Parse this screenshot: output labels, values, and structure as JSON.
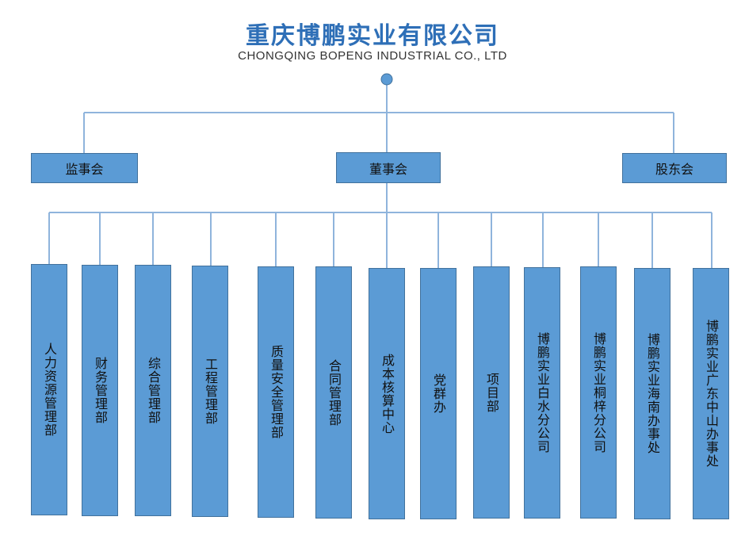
{
  "header": {
    "title": "重庆博鹏实业有限公司",
    "subtitle": "CHONGQING BOPENG INDUSTRIAL CO., LTD"
  },
  "colors": {
    "title": "#2e6fb7",
    "box_fill": "#5b9bd5",
    "box_border": "#41719c",
    "connector": "#8fb4dc",
    "root_dot": "#5b9bd5"
  },
  "org": {
    "level1": [
      "监事会",
      "董事会",
      "股东会"
    ],
    "departments": [
      "人力资源管理部",
      "财务管理部",
      "综合管理部",
      "工程管理部",
      "质量安全管理部",
      "合同管理部",
      "成本核算中心",
      "党群办",
      "项目部",
      "博鹏实业白水分公司",
      "博鹏实业桐梓分公司",
      "博鹏实业海南办事处",
      "博鹏实业广东中山办事处"
    ]
  }
}
